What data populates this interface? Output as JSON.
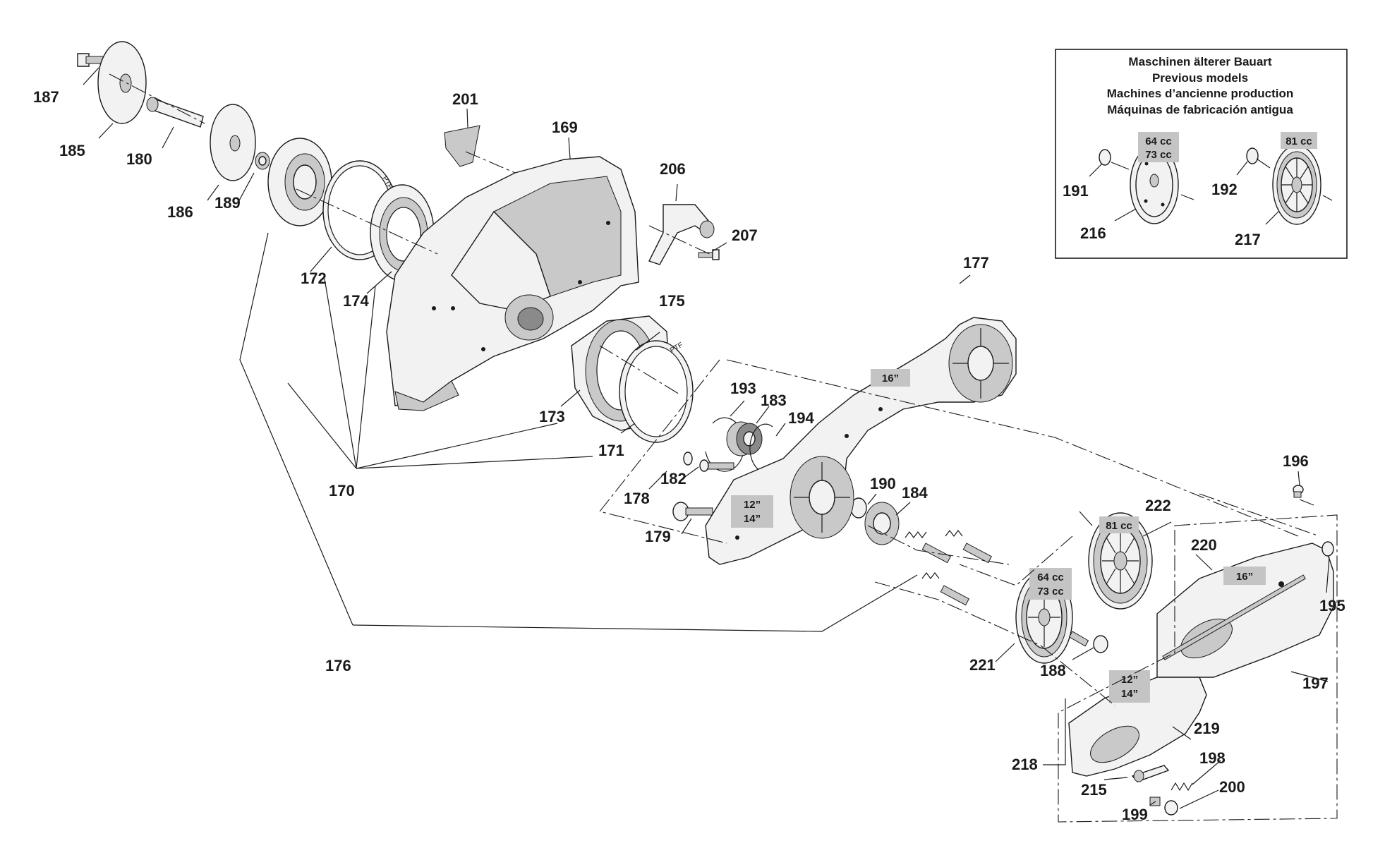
{
  "inset": {
    "header_lines": [
      "Maschinen älterer Bauart",
      "Previous models",
      "Machines d’ancienne production",
      "Máquinas de fabricación antigua"
    ]
  },
  "size_tags": {
    "t_64_73_inset": [
      "64 cc",
      "73 cc"
    ],
    "t_81_inset": [
      "81 cc"
    ],
    "t_16_arm": [
      "16”"
    ],
    "t_12_14_arm": [
      "12”",
      "14”"
    ],
    "t_81_pulley": [
      "81 cc"
    ],
    "t_64_73_pulley": [
      "64 cc",
      "73 cc"
    ],
    "t_16_cover": [
      "16”"
    ],
    "t_12_14_cover": [
      "12”",
      "14”"
    ]
  },
  "ring_marking": "PTF",
  "part_labels": {
    "p169": "169",
    "p170": "170",
    "p171": "171",
    "p172": "172",
    "p173": "173",
    "p174": "174",
    "p175": "175",
    "p176": "176",
    "p177": "177",
    "p178": "178",
    "p179": "179",
    "p180": "180",
    "p182": "182",
    "p183": "183",
    "p184": "184",
    "p185": "185",
    "p186": "186",
    "p187": "187",
    "p188": "188",
    "p189": "189",
    "p190": "190",
    "p191": "191",
    "p192": "192",
    "p193": "193",
    "p194": "194",
    "p195": "195",
    "p196": "196",
    "p197": "197",
    "p198": "198",
    "p199": "199",
    "p200": "200",
    "p201": "201",
    "p206": "206",
    "p207": "207",
    "p215": "215",
    "p216": "216",
    "p217": "217",
    "p218": "218",
    "p219": "219",
    "p220": "220",
    "p221": "221",
    "p222": "222"
  }
}
